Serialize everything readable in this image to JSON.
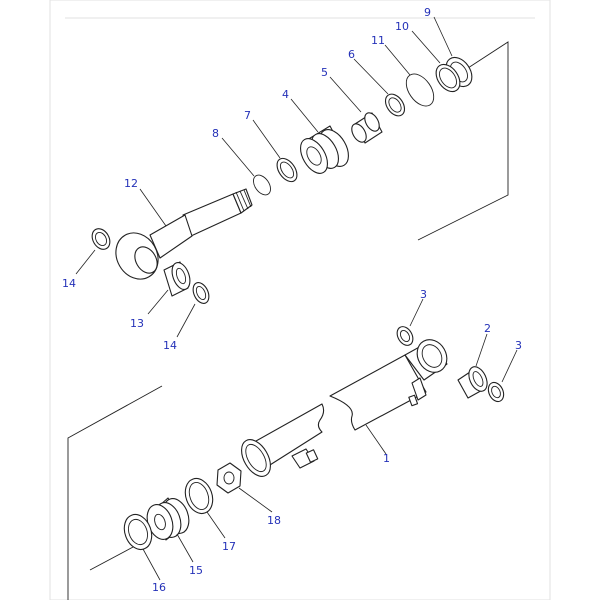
{
  "colors": {
    "callout": "#2431b8",
    "line": "#222222",
    "frame": "#e2e2e2",
    "background": "#ffffff"
  },
  "callouts": {
    "c1": "1",
    "c2": "2",
    "c3a": "3",
    "c3b": "3",
    "c4": "4",
    "c5": "5",
    "c6": "6",
    "c7": "7",
    "c8": "8",
    "c9": "9",
    "c10": "10",
    "c11": "11",
    "c12": "12",
    "c13": "13",
    "c14a": "14",
    "c14b": "14",
    "c15": "15",
    "c16": "16",
    "c17": "17",
    "c18": "18"
  }
}
